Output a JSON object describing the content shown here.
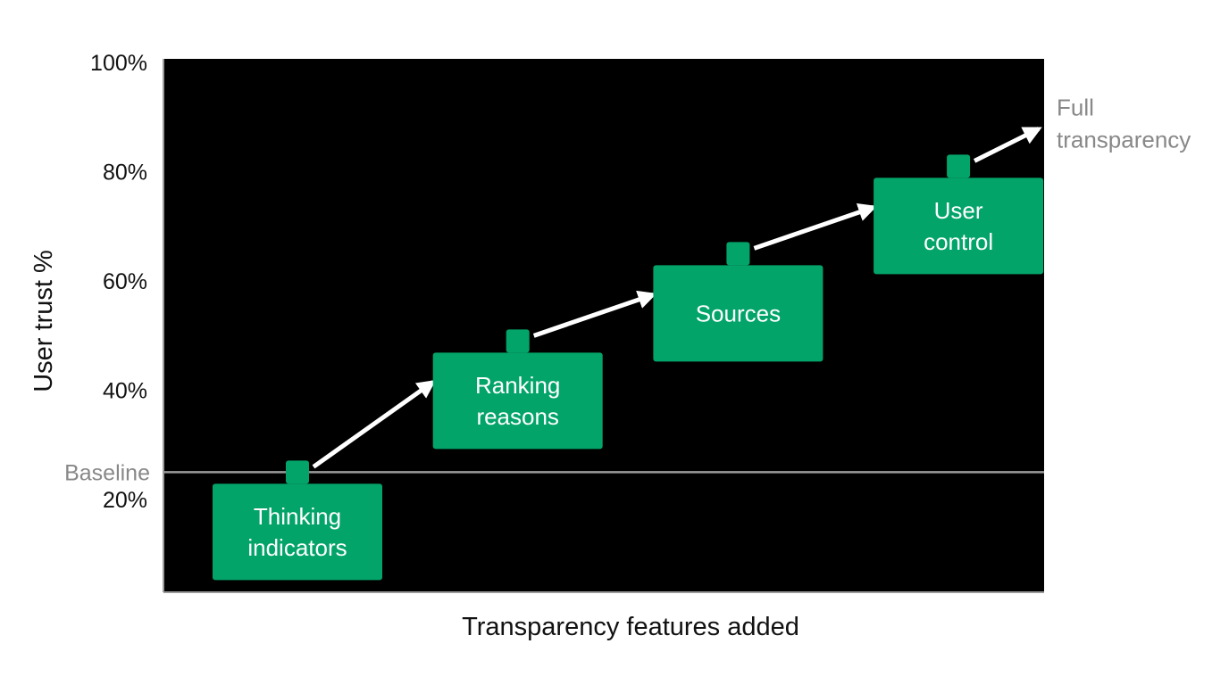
{
  "chart_data": {
    "type": "line",
    "title": "",
    "xlabel": "Transparency features added",
    "ylabel": "User trust %",
    "ylim": [
      0,
      100
    ],
    "y_ticks": [
      {
        "value": 20,
        "label": "20%"
      },
      {
        "value": 40,
        "label": "40%"
      },
      {
        "value": 60,
        "label": "60%"
      },
      {
        "value": 80,
        "label": "80%"
      },
      {
        "value": 100,
        "label": "100%"
      }
    ],
    "baseline": {
      "value": 25,
      "label": "Baseline"
    },
    "grid": false,
    "colors": {
      "plot_background": "#000000",
      "step_fill": "#03A46A",
      "arrow": "#ffffff",
      "baseline_line": "#9a9a9a",
      "muted_text": "#888888"
    },
    "steps": [
      {
        "lines": [
          "Thinking",
          "indicators"
        ],
        "value": 25
      },
      {
        "lines": [
          "Ranking",
          "reasons"
        ],
        "value": 49
      },
      {
        "lines": [
          "Sources"
        ],
        "value": 65
      },
      {
        "lines": [
          "User",
          "control"
        ],
        "value": 81
      }
    ],
    "end_point": {
      "lines": [
        "Full",
        "transparency"
      ],
      "value": 89
    }
  }
}
